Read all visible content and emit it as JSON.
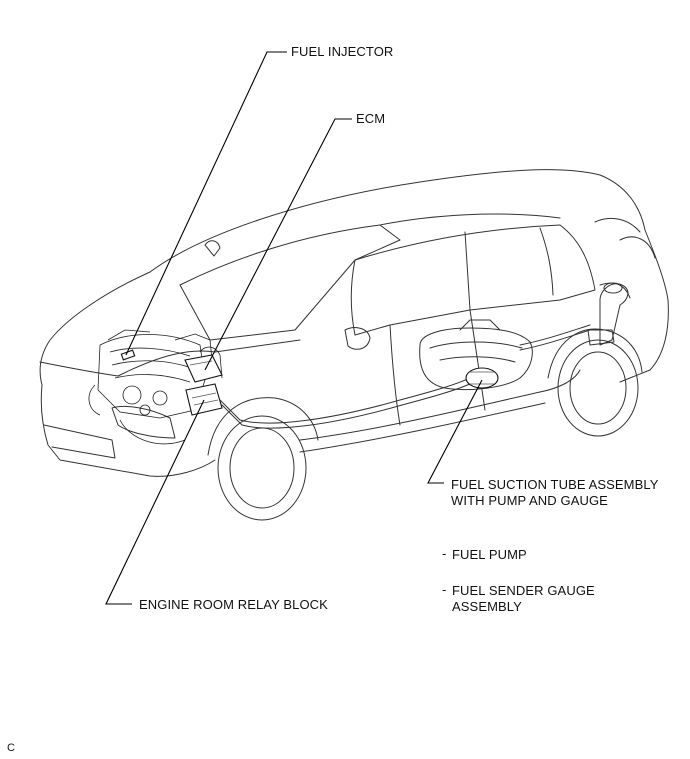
{
  "labels": {
    "fuel_injector": "FUEL INJECTOR",
    "ecm": "ECM",
    "fuel_suction_line1": "FUEL SUCTION TUBE ASSEMBLY",
    "fuel_suction_line2": "WITH PUMP AND GAUGE",
    "fuel_pump": "FUEL PUMP",
    "fuel_sender_line1": "FUEL SENDER GAUGE",
    "fuel_sender_line2": "ASSEMBLY",
    "engine_room_relay_block": "ENGINE ROOM RELAY BLOCK",
    "figure_code": "C"
  },
  "bullet_char": "-"
}
